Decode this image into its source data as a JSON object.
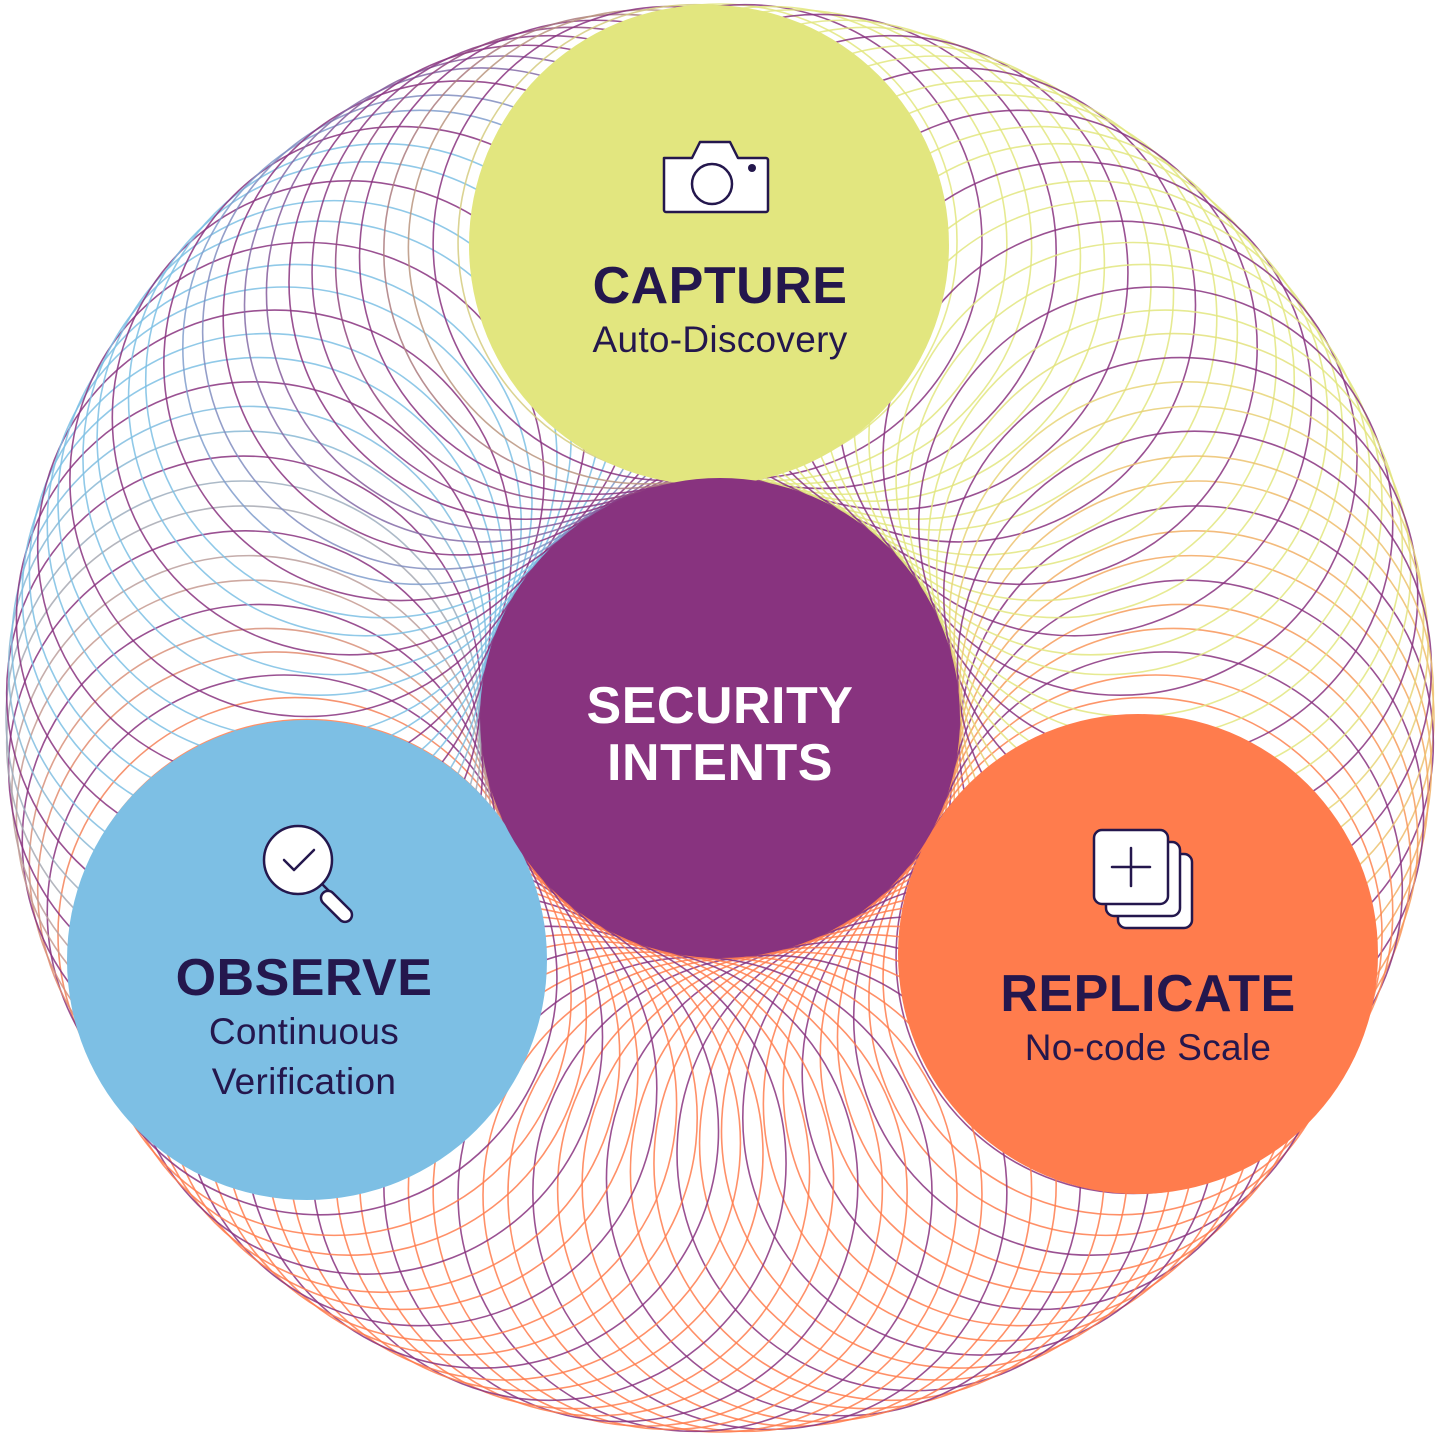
{
  "diagram": {
    "center": {
      "line1": "SECURITY",
      "line2": "INTENTS",
      "color": "#88337f"
    },
    "nodes": [
      {
        "id": "capture",
        "title": "CAPTURE",
        "subtitle_lines": [
          "Auto-Discovery"
        ],
        "color": "#e2e67f",
        "icon": "camera-icon"
      },
      {
        "id": "observe",
        "title": "OBSERVE",
        "subtitle_lines": [
          "Continuous",
          "Verification"
        ],
        "color": "#7dbfe4",
        "icon": "magnifier-check-icon"
      },
      {
        "id": "replicate",
        "title": "REPLICATE",
        "subtitle_lines": [
          "No-code Scale"
        ],
        "color": "#ff7c4d",
        "icon": "copy-plus-icon"
      }
    ],
    "text_color": "#24174d",
    "line_colors": [
      "#e2e67f",
      "#88337f",
      "#7dbfe4",
      "#ff7c4d"
    ]
  }
}
